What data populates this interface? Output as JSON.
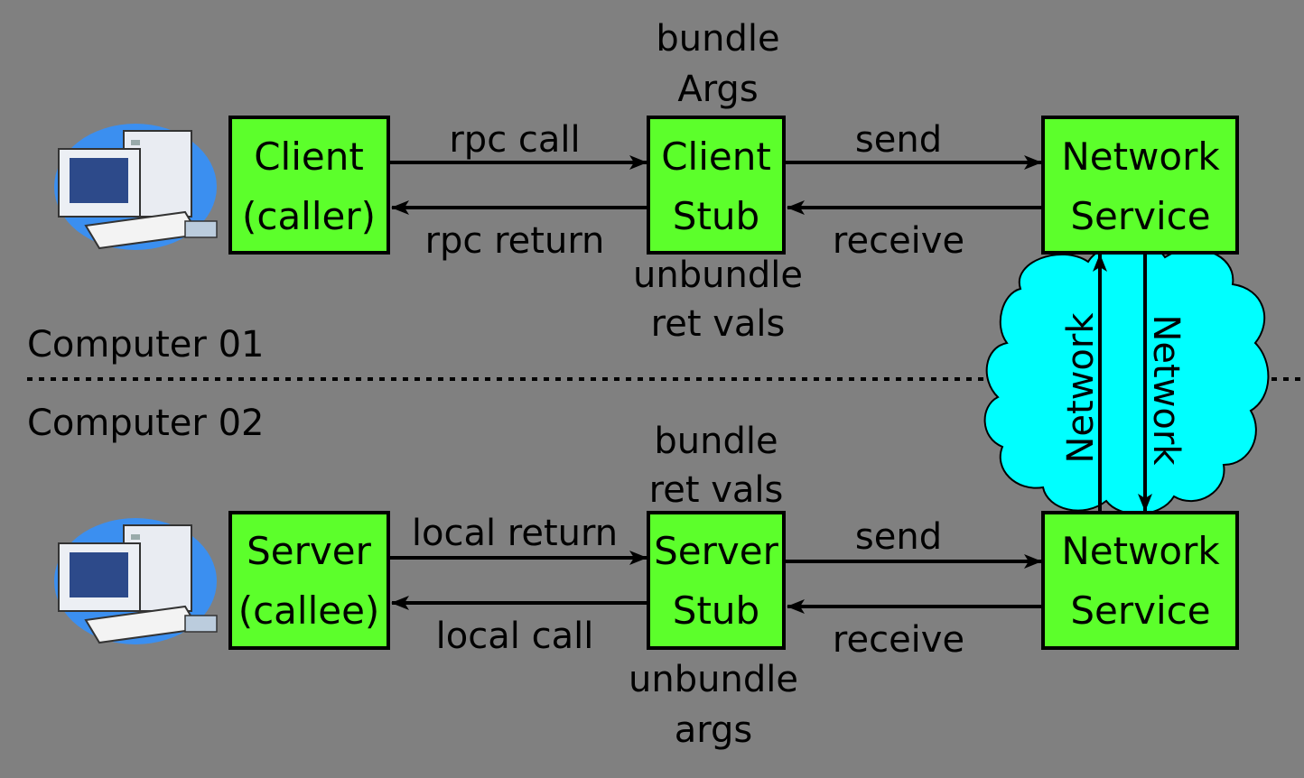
{
  "computers": {
    "top": "Computer 01",
    "bottom": "Computer 02"
  },
  "boxes": {
    "client": [
      "Client",
      "(caller)"
    ],
    "client_stub": [
      "Client",
      "Stub"
    ],
    "network_service_top": [
      "Network",
      "Service"
    ],
    "server": [
      "Server",
      "(callee)"
    ],
    "server_stub": [
      "Server",
      "Stub"
    ],
    "network_service_bottom": [
      "Network",
      "Service"
    ]
  },
  "top_row": {
    "rpc_call": "rpc call",
    "rpc_return": "rpc return",
    "send": "send",
    "receive": "receive",
    "stub_above": [
      "bundle",
      "Args"
    ],
    "stub_below": [
      "unbundle",
      "ret vals"
    ]
  },
  "bottom_row": {
    "local_return": "local return",
    "local_call": "local call",
    "send": "send",
    "receive": "receive",
    "stub_above": [
      "bundle",
      "ret vals"
    ],
    "stub_below": [
      "unbundle",
      "args"
    ]
  },
  "network": {
    "up_label": "Network",
    "down_label": "Network"
  },
  "colors": {
    "background": "#808080",
    "box_fill": "#5cff2b",
    "cloud_fill": "#00ffff",
    "line": "#000000"
  },
  "icons": [
    "computer-icon",
    "computer-icon"
  ]
}
